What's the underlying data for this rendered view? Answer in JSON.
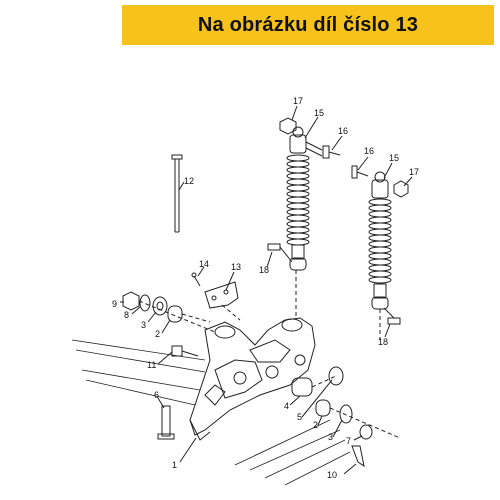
{
  "banner": {
    "text": "Na obrázku díl číslo 13",
    "bg_color": "#f6c21b"
  },
  "diagram": {
    "part_labels": [
      "17",
      "15",
      "16",
      "16",
      "15",
      "17",
      "12",
      "14",
      "13",
      "18",
      "18",
      "9",
      "8",
      "3",
      "2",
      "11",
      "6",
      "4",
      "5",
      "2",
      "3",
      "7",
      "10",
      "1"
    ]
  }
}
